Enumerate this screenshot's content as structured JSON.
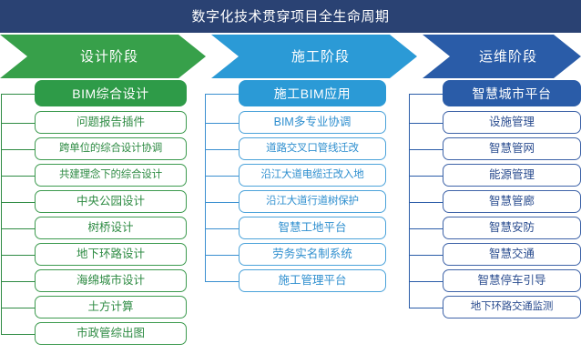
{
  "header": {
    "title": "数字化技术贯穿项目全生命周期",
    "bg_color": "#2a4273",
    "text_color": "#ffffff"
  },
  "phases": [
    {
      "label": "设计阶段",
      "color": "#37a04a",
      "name": "design-phase"
    },
    {
      "label": "施工阶段",
      "color": "#2b9ad6",
      "name": "construction-phase"
    },
    {
      "label": "运维阶段",
      "color": "#2a5ca8",
      "name": "operation-phase"
    }
  ],
  "columns": [
    {
      "name": "design-column",
      "accent": "#2e9b48",
      "head": "BIM综合设计",
      "items": [
        "问题报告插件",
        "跨单位的综合设计协调",
        "共建理念下的综合设计",
        "中央公园设计",
        "树桥设计",
        "地下环路设计",
        "海绵城市设计",
        "土方计算",
        "市政管综出图"
      ]
    },
    {
      "name": "construction-column",
      "accent": "#2b9ad6",
      "head": "施工BIM应用",
      "items": [
        "BIM多专业协调",
        "道路交叉口管线迁改",
        "沿江大道电缆迁改入地",
        "沿江大道行道树保护",
        "智慧工地平台",
        "劳务实名制系统",
        "施工管理平台"
      ]
    },
    {
      "name": "operation-column",
      "accent": "#2a5ca8",
      "head": "智慧城市平台",
      "items": [
        "设施管理",
        "智慧管网",
        "能源管理",
        "智慧管廊",
        "智慧安防",
        "智慧交通",
        "智慧停车引导",
        "地下环路交通监测"
      ]
    }
  ]
}
